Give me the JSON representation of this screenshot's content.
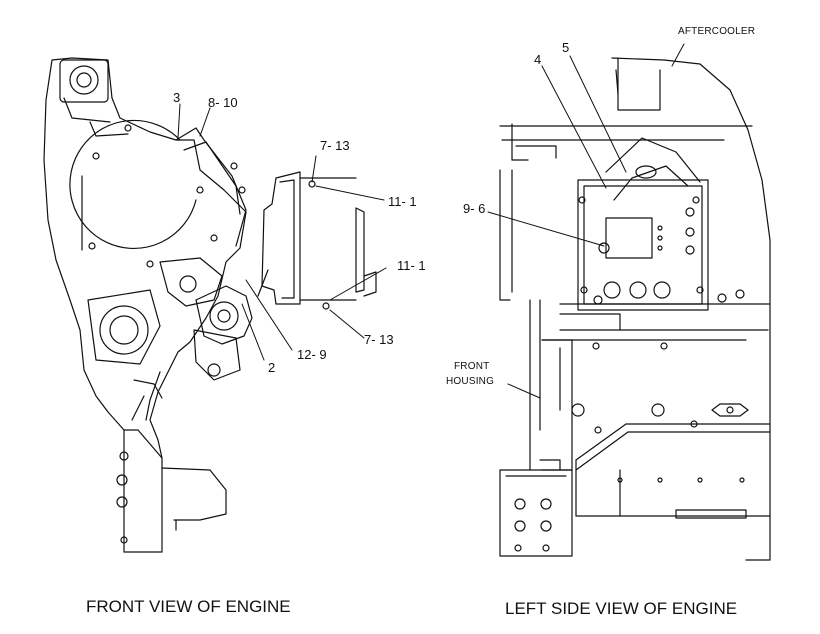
{
  "front_view": {
    "caption": "FRONT VIEW OF ENGINE",
    "callouts": {
      "c3": "3",
      "c8_10": "8- 10",
      "c7_13_top": "7- 13",
      "c11_1_top": "11- 1",
      "c11_1_bottom": "11- 1",
      "c7_13_bottom": "7- 13",
      "c12_9": "12- 9",
      "c2": "2"
    }
  },
  "side_view": {
    "caption": "LEFT SIDE VIEW OF ENGINE",
    "callouts": {
      "aftercooler": "AFTERCOOLER",
      "c4": "4",
      "c5": "5",
      "c9_6": "9- 6",
      "front": "FRONT",
      "housing": "HOUSING"
    }
  }
}
